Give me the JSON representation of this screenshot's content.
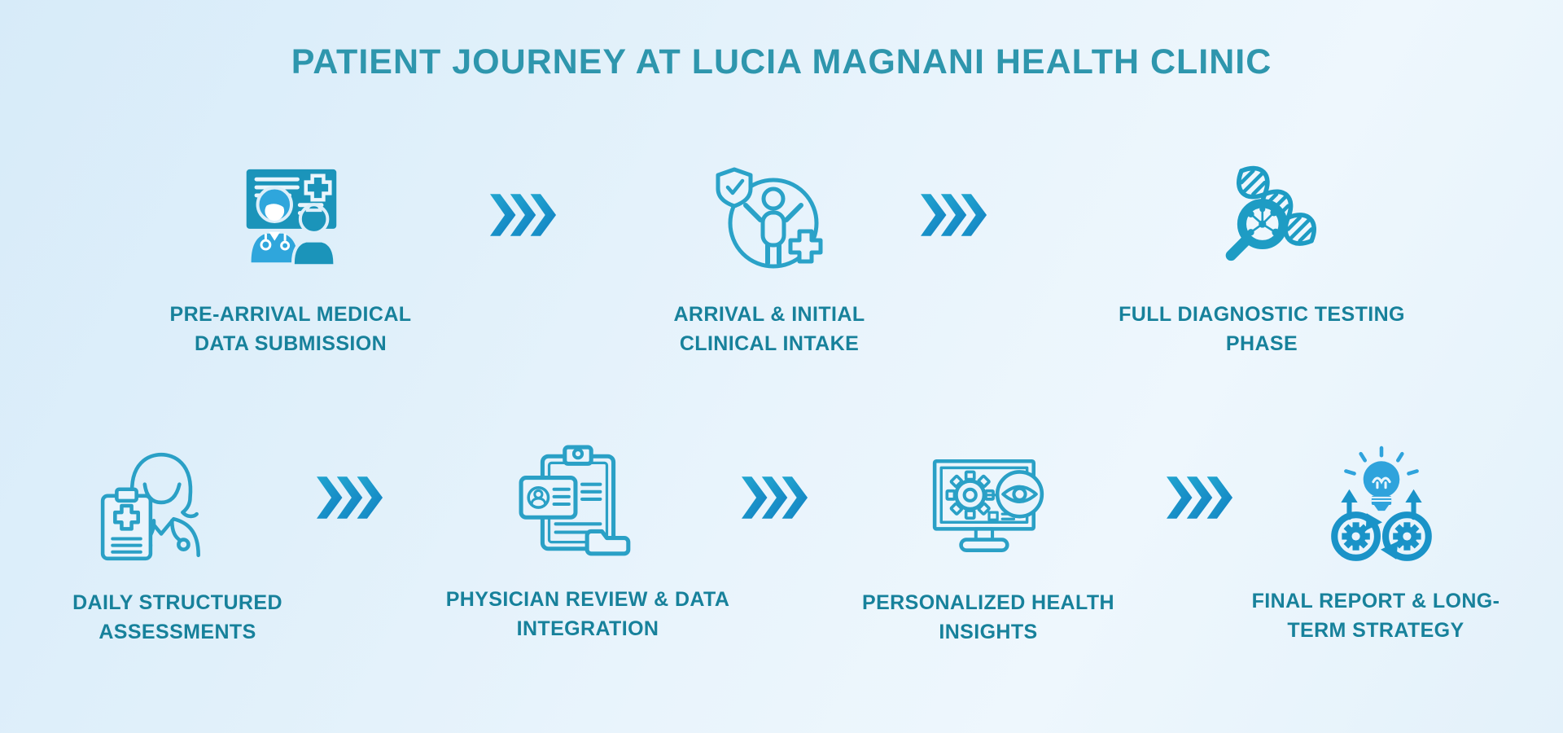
{
  "page": {
    "title": "PATIENT JOURNEY AT LUCIA MAGNANI HEALTH CLINIC"
  },
  "palette": {
    "background_light_blue": "#e7f3fb",
    "title_text": "#2e96ad",
    "step_label_text": "#17819b",
    "arrow_fill_start": "#22a7d0",
    "arrow_fill_end": "#117fc2",
    "icon_outline": "#2aa0c6",
    "icon_solid_teal": "#1b94ba",
    "icon_solid_light_blue": "#2fa6dc"
  },
  "arrows": {
    "icon": "triple-chevron-right-icon",
    "count": 5
  },
  "steps": [
    {
      "icon": "doctor-patient-telehealth-screen-icon",
      "lines": [
        "PRE-ARRIVAL MEDICAL",
        "DATA SUBMISSION"
      ]
    },
    {
      "icon": "patient-shield-check-plus-circle-icon",
      "lines": [
        "ARRIVAL & INITIAL",
        "CLINICAL INTAKE"
      ]
    },
    {
      "icon": "dna-magnifier-molecule-icon",
      "lines": [
        "FULL DIAGNOSTIC TESTING",
        "PHASE"
      ]
    },
    {
      "icon": "nurse-medical-clipboard-icon",
      "lines": [
        "DAILY STRUCTURED",
        "ASSESSMENTS"
      ]
    },
    {
      "icon": "clipboard-id-card-folder-icon",
      "lines": [
        "PHYSICIAN REVIEW & DATA",
        "INTEGRATION"
      ]
    },
    {
      "icon": "monitor-gear-eye-icon",
      "lines": [
        "PERSONALIZED HEALTH",
        "INSIGHTS"
      ]
    },
    {
      "icon": "infinity-gears-lightbulb-icon",
      "lines": [
        "FINAL REPORT & LONG-",
        "TERM STRATEGY"
      ]
    }
  ]
}
